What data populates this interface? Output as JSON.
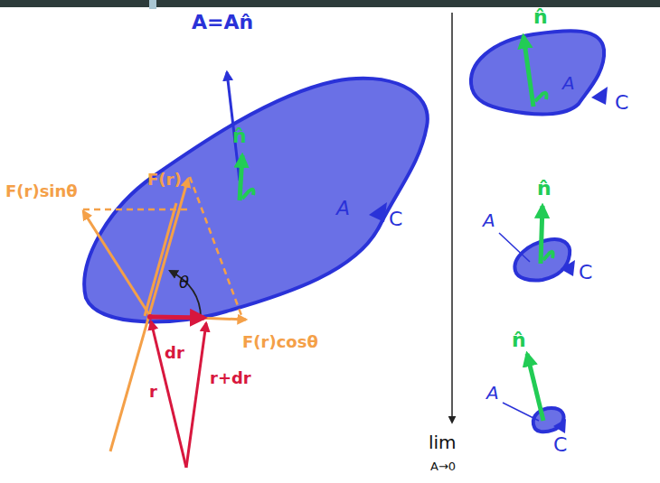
{
  "diagram": {
    "labels": [
      "A=An̂",
      "n̂",
      "A",
      "C",
      "F(r)sinθ",
      "F(r)",
      "θ",
      "F(r)cosθ",
      "dr",
      "r",
      "r+dr",
      "n̂",
      "A",
      "C",
      "n̂",
      "A",
      "C",
      "n̂",
      "A",
      "C",
      "lim",
      "A→0"
    ]
  }
}
